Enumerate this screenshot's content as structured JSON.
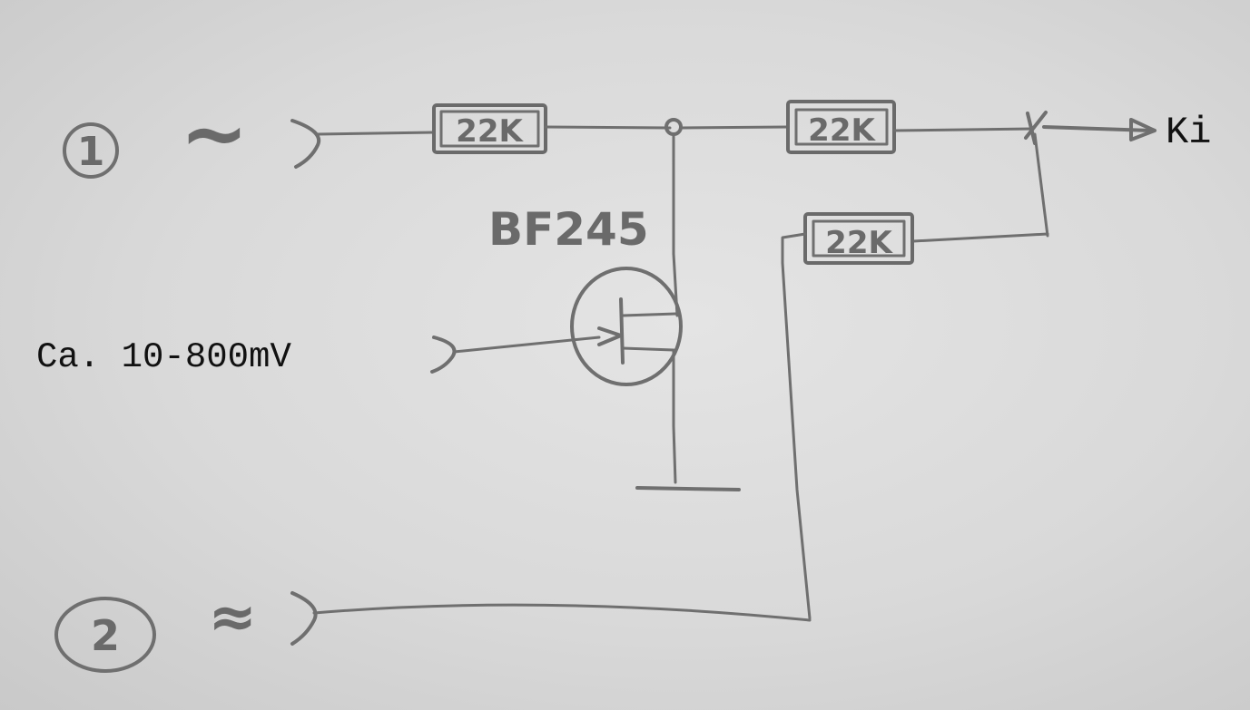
{
  "inputs": [
    {
      "number": "1",
      "symbol": "~"
    },
    {
      "number": "2",
      "symbol": "≈"
    }
  ],
  "resistors": [
    {
      "value": "22K"
    },
    {
      "value": "22K"
    },
    {
      "value": "22K"
    }
  ],
  "transistor": {
    "label": "BF245"
  },
  "control_input": {
    "label": "Ca. 10-800mV"
  },
  "output": {
    "label": "Ki"
  },
  "colors": {
    "ink": "#6f6f6f",
    "typed": "#111111",
    "paper": "#d9d9d9"
  }
}
